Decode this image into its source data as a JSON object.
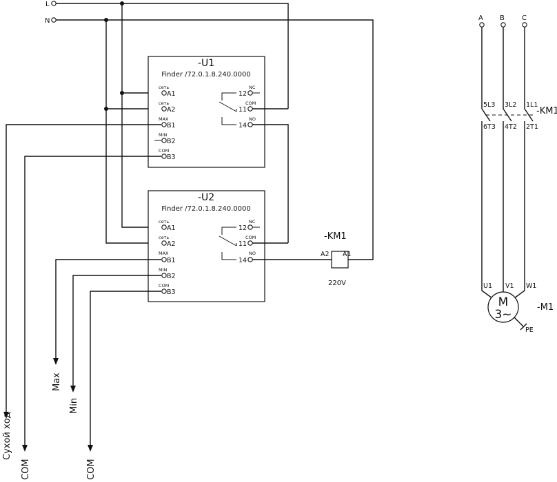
{
  "supply": {
    "l": "L",
    "n": "N"
  },
  "relay_u1": {
    "title": "-U1",
    "model": "Finder /72.0.1.8.240.0000",
    "pins": {
      "a1_tag": "сеть",
      "a1": "A1",
      "a2_tag": "сеть",
      "a2": "A2",
      "b1_tag": "MAX",
      "b1": "B1",
      "b2_tag": "MIN",
      "b2": "B2",
      "b3_tag": "COM",
      "b3": "B3",
      "p12_tag": "NC",
      "p12": "12",
      "p11_tag": "COM",
      "p11": "11",
      "p14_tag": "NO",
      "p14": "14"
    }
  },
  "relay_u2": {
    "title": "-U2",
    "model": "Finder /72.0.1.8.240.0000",
    "pins": {
      "a1_tag": "сеть",
      "a1": "A1",
      "a2_tag": "сеть",
      "a2": "A2",
      "b1_tag": "MAX",
      "b1": "B1",
      "b2_tag": "MIN",
      "b2": "B2",
      "b3_tag": "COM",
      "b3": "B3",
      "p12_tag": "NC",
      "p12": "12",
      "p11_tag": "COM",
      "p11": "11",
      "p14_tag": "NO",
      "p14": "14"
    }
  },
  "coil": {
    "title": "-KM1",
    "a2": "A2",
    "a1": "A1",
    "voltage": "220V"
  },
  "probes": {
    "dry_run": "Сухой ход",
    "com1": "COM",
    "max": "Max",
    "min": "Min",
    "com2": "COM"
  },
  "power": {
    "phases": [
      "A",
      "B",
      "C"
    ],
    "contactor": "-KM1",
    "top_pins": [
      "5L3",
      "3L2",
      "1L1"
    ],
    "bottom_pins": [
      "6T3",
      "4T2",
      "2T1"
    ],
    "motor_pins": [
      "U1",
      "V1",
      "W1"
    ],
    "motor_m": "M",
    "motor_type": "3~",
    "motor_label": "-M1",
    "pe": "PE"
  }
}
